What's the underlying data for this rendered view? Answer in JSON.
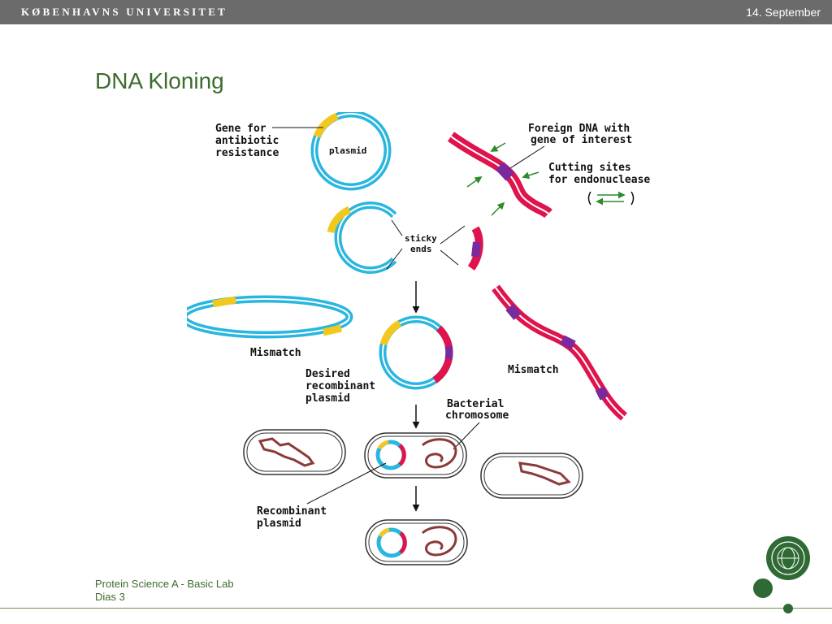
{
  "header": {
    "university": "KØBENHAVNS UNIVERSITET",
    "date": "14. September"
  },
  "slide": {
    "title": "DNA Kloning"
  },
  "diagram": {
    "labels": {
      "gene_for": "Gene for",
      "antibiotic": "antibiotic",
      "resistance": "resistance",
      "plasmid": "plasmid",
      "foreign_1": "Foreign DNA with",
      "foreign_2": "gene of interest",
      "cutting_1": "Cutting sites",
      "cutting_2": "for endonuclease",
      "sticky_1": "sticky",
      "sticky_2": "ends",
      "mismatch_left": "Mismatch",
      "mismatch_right": "Mismatch",
      "desired_1": "Desired",
      "desired_2": "recombinant",
      "desired_3": "plasmid",
      "bacterial_1": "Bacterial",
      "bacterial_2": "chromosome",
      "recomb_1": "Recombinant",
      "recomb_2": "plasmid"
    }
  },
  "footer": {
    "line1": "Protein Science A - Basic Lab",
    "line2": "Dias 3"
  },
  "colors": {
    "plasmid": "#29b6e0",
    "gene": "#f2c81e",
    "foreign": "#e0144c",
    "site": "#7a2a9c",
    "arrow": "#2e8b2e",
    "title": "#3d6b2e",
    "chromosome": "#8b3a3a"
  }
}
